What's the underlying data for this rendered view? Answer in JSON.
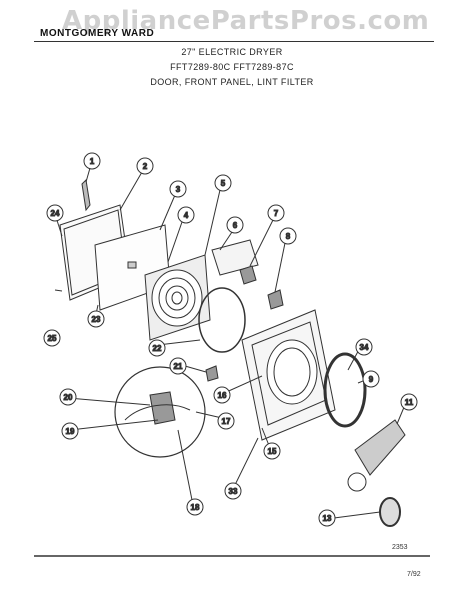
{
  "watermark": "AppliancePartsPros.com",
  "brand": "MONTGOMERY WARD",
  "product": "27\" ELECTRIC DRYER",
  "models": "FFT7289-80C   FFT7289-87C",
  "section": "DOOR, FRONT PANEL, LINT FILTER",
  "drawing_number": "2353",
  "date": "7/92",
  "callouts": [
    "1",
    "2",
    "3",
    "4",
    "5",
    "6",
    "7",
    "8",
    "9",
    "11",
    "13",
    "15",
    "16",
    "17",
    "18",
    "19",
    "20",
    "21",
    "22",
    "23",
    "24",
    "25",
    "33",
    "34"
  ]
}
